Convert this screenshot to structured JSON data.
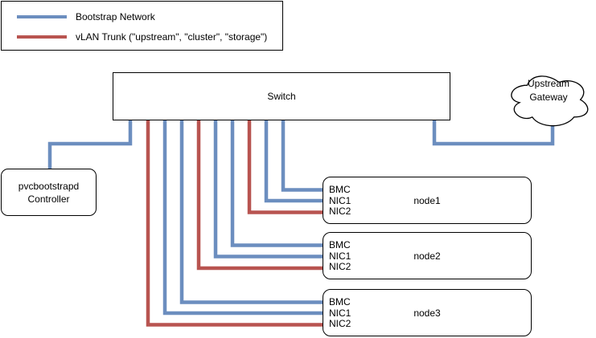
{
  "diagram": {
    "legend": {
      "items": [
        {
          "label": "Bootstrap Network",
          "color": "#6c8ebf"
        },
        {
          "label": "vLAN Trunk (\"upstream\", \"cluster\", \"storage\")",
          "color": "#b85450"
        }
      ]
    },
    "switch": {
      "label": "Switch"
    },
    "gateway": {
      "line1": "Upstream",
      "line2": "Gateway"
    },
    "controller": {
      "line1": "pvcbootstrapd",
      "line2": "Controller"
    },
    "nodes": [
      {
        "name": "node1",
        "ports": [
          "BMC",
          "NIC1",
          "NIC2"
        ]
      },
      {
        "name": "node2",
        "ports": [
          "BMC",
          "NIC1",
          "NIC2"
        ]
      },
      {
        "name": "node3",
        "ports": [
          "BMC",
          "NIC1",
          "NIC2"
        ]
      }
    ],
    "colors": {
      "bootstrap": "#6c8ebf",
      "vlan_trunk": "#b85450",
      "shape_stroke": "#000000"
    }
  }
}
